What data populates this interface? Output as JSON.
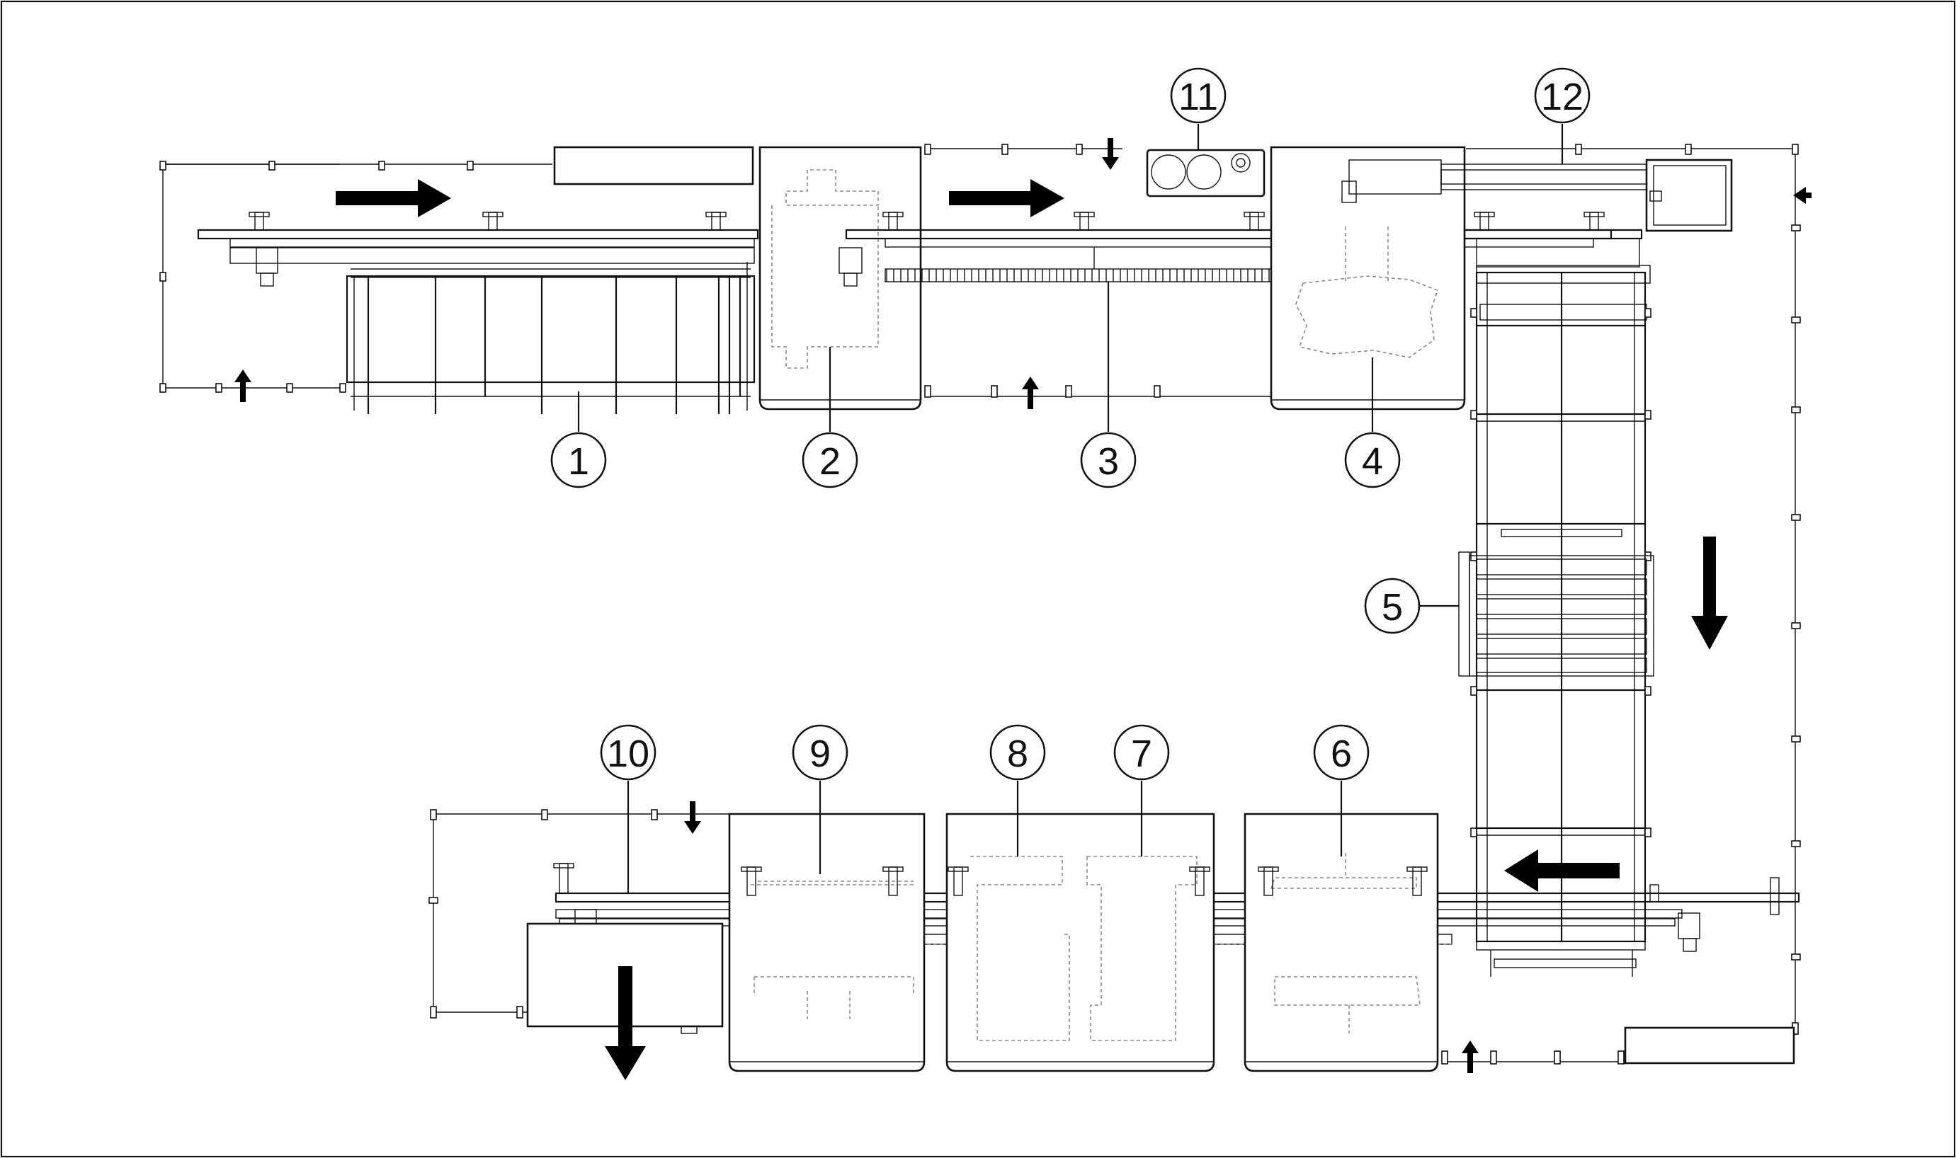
{
  "callouts": [
    {
      "id": "1",
      "label": "1"
    },
    {
      "id": "2",
      "label": "2"
    },
    {
      "id": "3",
      "label": "3"
    },
    {
      "id": "4",
      "label": "4"
    },
    {
      "id": "5",
      "label": "5"
    },
    {
      "id": "6",
      "label": "6"
    },
    {
      "id": "7",
      "label": "7"
    },
    {
      "id": "8",
      "label": "8"
    },
    {
      "id": "9",
      "label": "9"
    },
    {
      "id": "10",
      "label": "10"
    },
    {
      "id": "11",
      "label": "11"
    },
    {
      "id": "12",
      "label": "12"
    }
  ],
  "colors": {
    "line": "#111111",
    "background": "#ffffff",
    "arrow": "#000000",
    "hidden_line": "#888888"
  }
}
